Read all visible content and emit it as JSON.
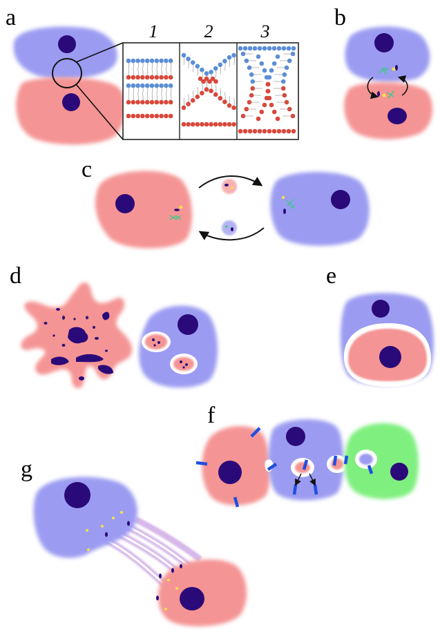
{
  "panels": {
    "a": "a",
    "b": "b",
    "c": "c",
    "d": "d",
    "e": "e",
    "f": "f",
    "g": "g"
  },
  "inset_stages": [
    "1",
    "2",
    "3"
  ],
  "colors": {
    "blue_cell": "#9b9bf2",
    "red_cell": "#f59494",
    "green_cell": "#7fef7f",
    "nucleus": "#2a0a78",
    "lipid_head_blue": "#5b8ed6",
    "lipid_head_red": "#d9483b",
    "marker_blue": "#1f4fe0",
    "marker_green": "#3cc98a",
    "marker_yellow": "#f3e24a",
    "tube": "#d7b8ea"
  }
}
